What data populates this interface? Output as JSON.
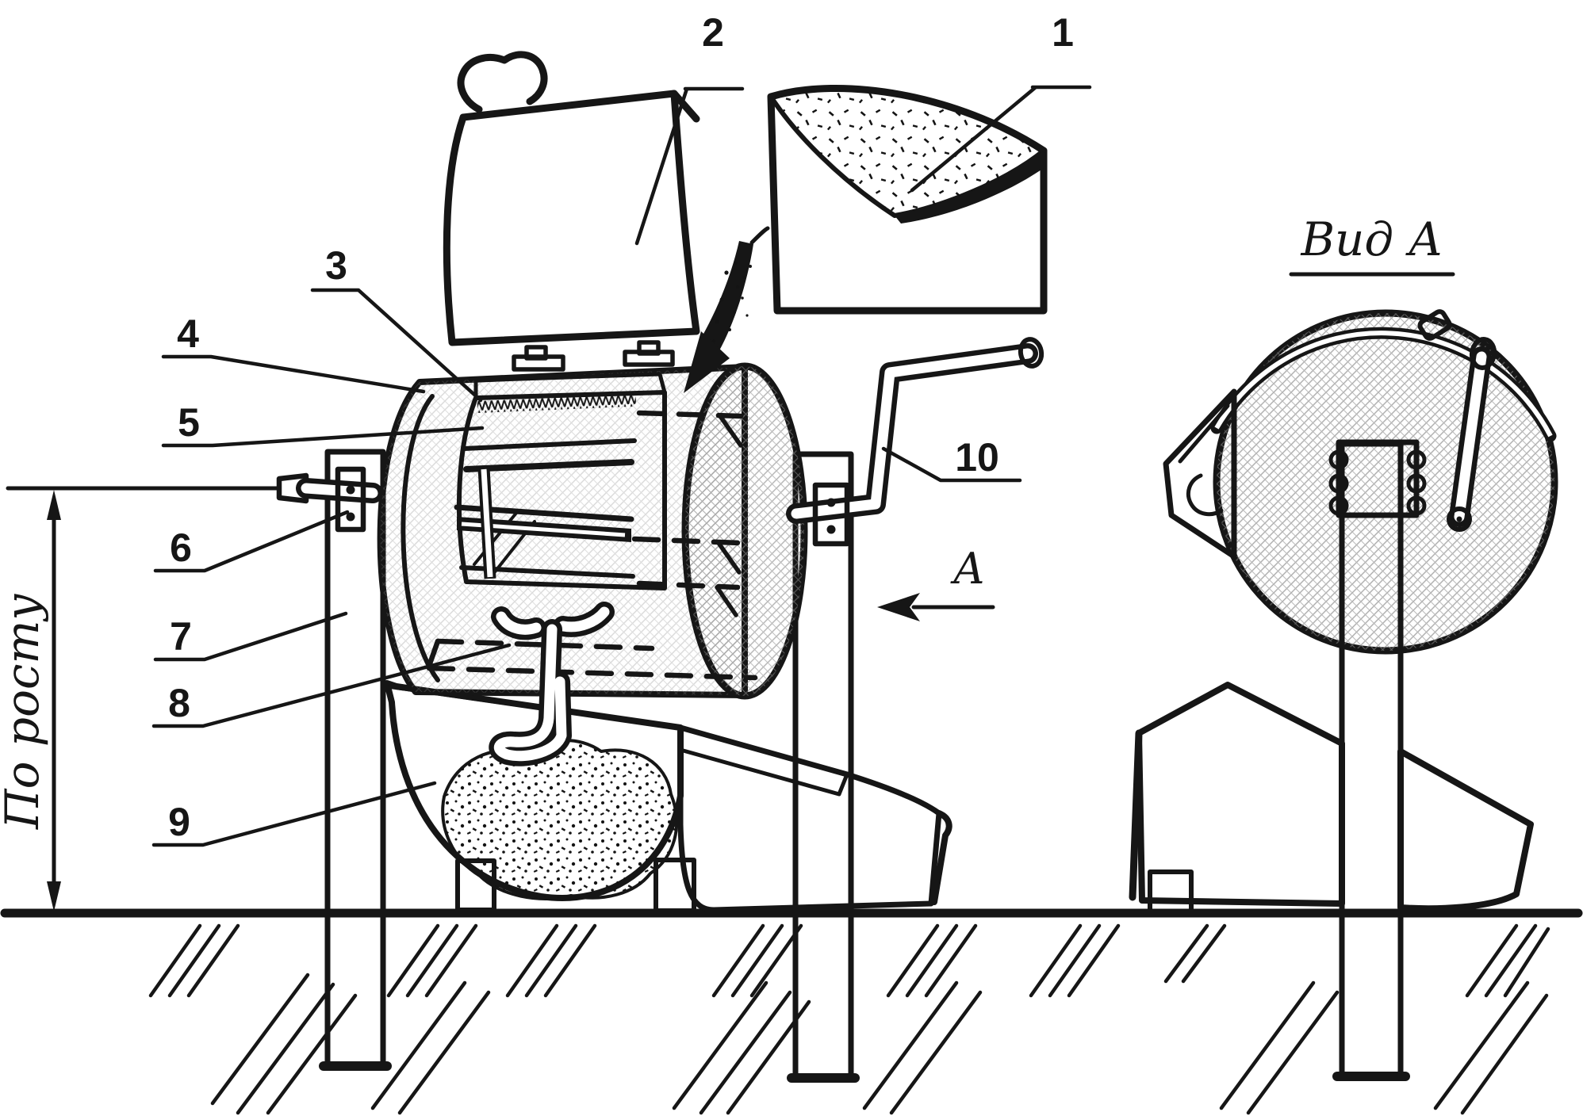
{
  "labels": {
    "callouts": {
      "c1": "1",
      "c2": "2",
      "c3": "3",
      "c4": "4",
      "c5": "5",
      "c6": "6",
      "c7": "7",
      "c8": "8",
      "c9": "9",
      "c10": "10"
    },
    "view_a_title": "Вид А",
    "view_direction_letter": "А",
    "dimension_note": "По росту"
  },
  "colors": {
    "ink": "#161616",
    "paper": "#ffffff",
    "metal_light": "#efefef",
    "metal_mid": "#c6c6c6",
    "metal_dark": "#9a9a9a"
  }
}
